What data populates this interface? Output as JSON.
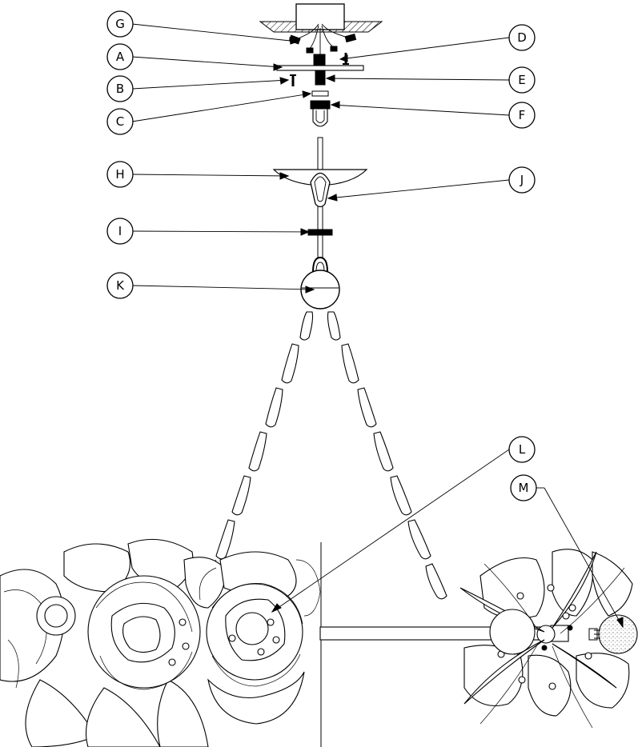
{
  "diagram": {
    "callouts": [
      {
        "id": "G",
        "label": "G"
      },
      {
        "id": "A",
        "label": "A"
      },
      {
        "id": "B",
        "label": "B"
      },
      {
        "id": "C",
        "label": "C"
      },
      {
        "id": "D",
        "label": "D"
      },
      {
        "id": "E",
        "label": "E"
      },
      {
        "id": "F",
        "label": "F"
      },
      {
        "id": "H",
        "label": "H"
      },
      {
        "id": "J",
        "label": "J"
      },
      {
        "id": "I",
        "label": "I"
      },
      {
        "id": "K",
        "label": "K"
      },
      {
        "id": "L",
        "label": "L"
      },
      {
        "id": "M",
        "label": "M"
      }
    ],
    "parts": [
      "ceiling-box",
      "wires",
      "canopy-plate",
      "screws",
      "nipple",
      "lamp-socket",
      "canopy",
      "loop",
      "lock-nut",
      "ball",
      "chain",
      "flower-cluster-left",
      "flower-cluster-right",
      "bulb"
    ]
  }
}
